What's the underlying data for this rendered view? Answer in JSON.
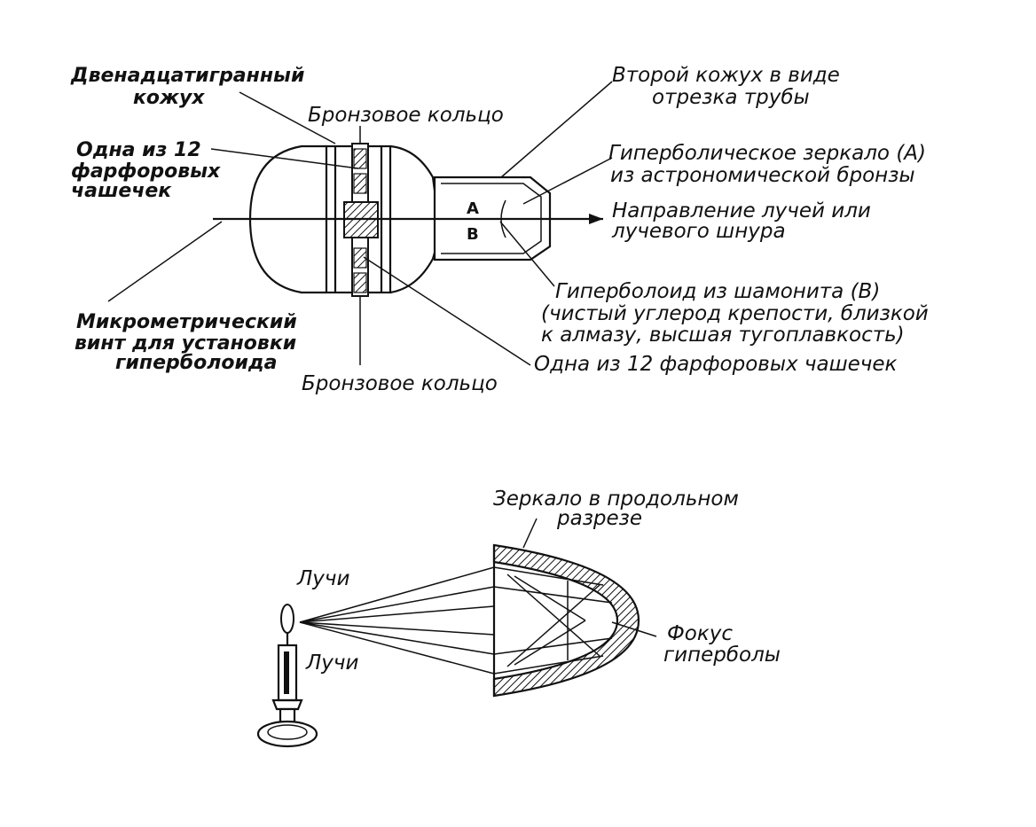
{
  "top_diagram": {
    "labels": {
      "dodecagonal_casing": [
        "Двенадцатигранный",
        "кожух"
      ],
      "bronze_ring_top": "Бронзовое кольцо",
      "porcelain_cup_left": [
        "Одна из 12",
        "фарфоровых",
        "чашечек"
      ],
      "second_casing": [
        "Второй кожух в виде",
        "отрезка трубы"
      ],
      "hyperbolic_mirror": [
        "Гиперболическое зеркало (А)",
        "из астрономической бронзы"
      ],
      "ray_direction": [
        "Направление лучей или",
        "лучевого шнура"
      ],
      "hyperboloid_shamonite": [
        "Гиперболоид из шамонита (В)",
        "(чистый углерод крепости, близкой",
        "к алмазу, высшая тугоплавкость)"
      ],
      "porcelain_cup_right": "Одна из 12 фарфоровых чашечек",
      "micrometric_screw": [
        "Микрометрический",
        "винт для установки",
        "гиперболоида"
      ],
      "bronze_ring_bottom": "Бронзовое кольцо",
      "point_a": "А",
      "point_b": "В"
    }
  },
  "bottom_diagram": {
    "labels": {
      "mirror_section": [
        "Зеркало в продольном",
        "разрезе"
      ],
      "rays_top": "Лучи",
      "rays_bottom": "Лучи",
      "hyperbola_focus": [
        "Фокус",
        "гиперболы"
      ]
    }
  }
}
